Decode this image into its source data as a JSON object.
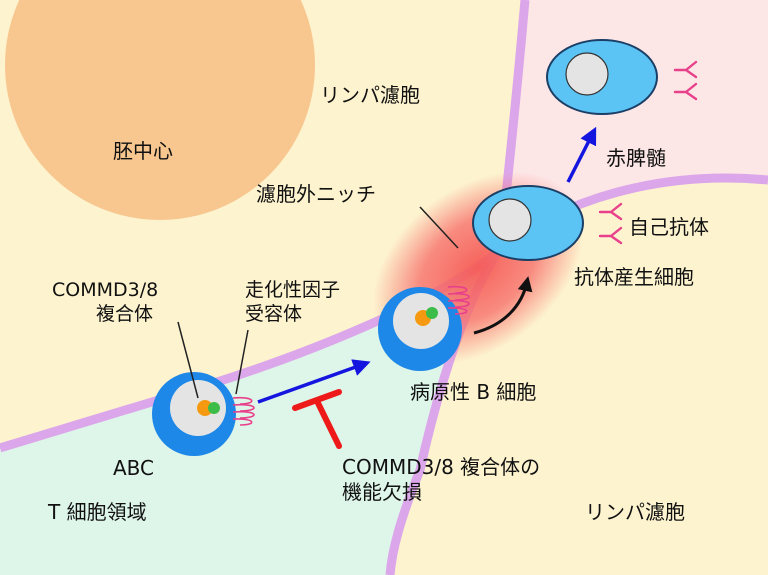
{
  "labels": {
    "germinal_center": "胚中心",
    "lymph_follicle_top": "リンパ濾胞",
    "red_pulp": "赤脾髄",
    "extrafollicular_niche": "濾胞外ニッチ",
    "autoantibody": "自己抗体",
    "antibody_producing_cell": "抗体産生細胞",
    "chemokine_receptor_line1": "走化性因子",
    "chemokine_receptor_line2": "受容体",
    "commd_complex_line1": "COMMD3/8",
    "commd_complex_line2": "複合体",
    "pathogenic_b_cell": "病原性 B 細胞",
    "abc": "ABC",
    "commd_loss_line1": "COMMD3/8 複合体の",
    "commd_loss_line2": "機能欠損",
    "t_cell_zone": "T 細胞領域",
    "lymph_follicle_bottom": "リンパ濾胞"
  },
  "colors": {
    "follicle_yellow": "#fdf3cf",
    "germinal_center_orange": "#f8c78f",
    "red_pulp_pink": "#fde6e6",
    "t_zone_green": "#def5e9",
    "boundary_purple": "#dba7ea",
    "cell_dark_blue": "#1e88e8",
    "cell_light_blue": "#5cc4f4",
    "nucleus_gray": "#e4e4e4",
    "orange_dot": "#f59a10",
    "green_dot": "#3cbc48",
    "antibody_magenta": "#e8408a",
    "migration_arrow_blue": "#1515e0",
    "inhibition_red": "#ee1a1a",
    "niche_glow_red": "#f7706b"
  }
}
